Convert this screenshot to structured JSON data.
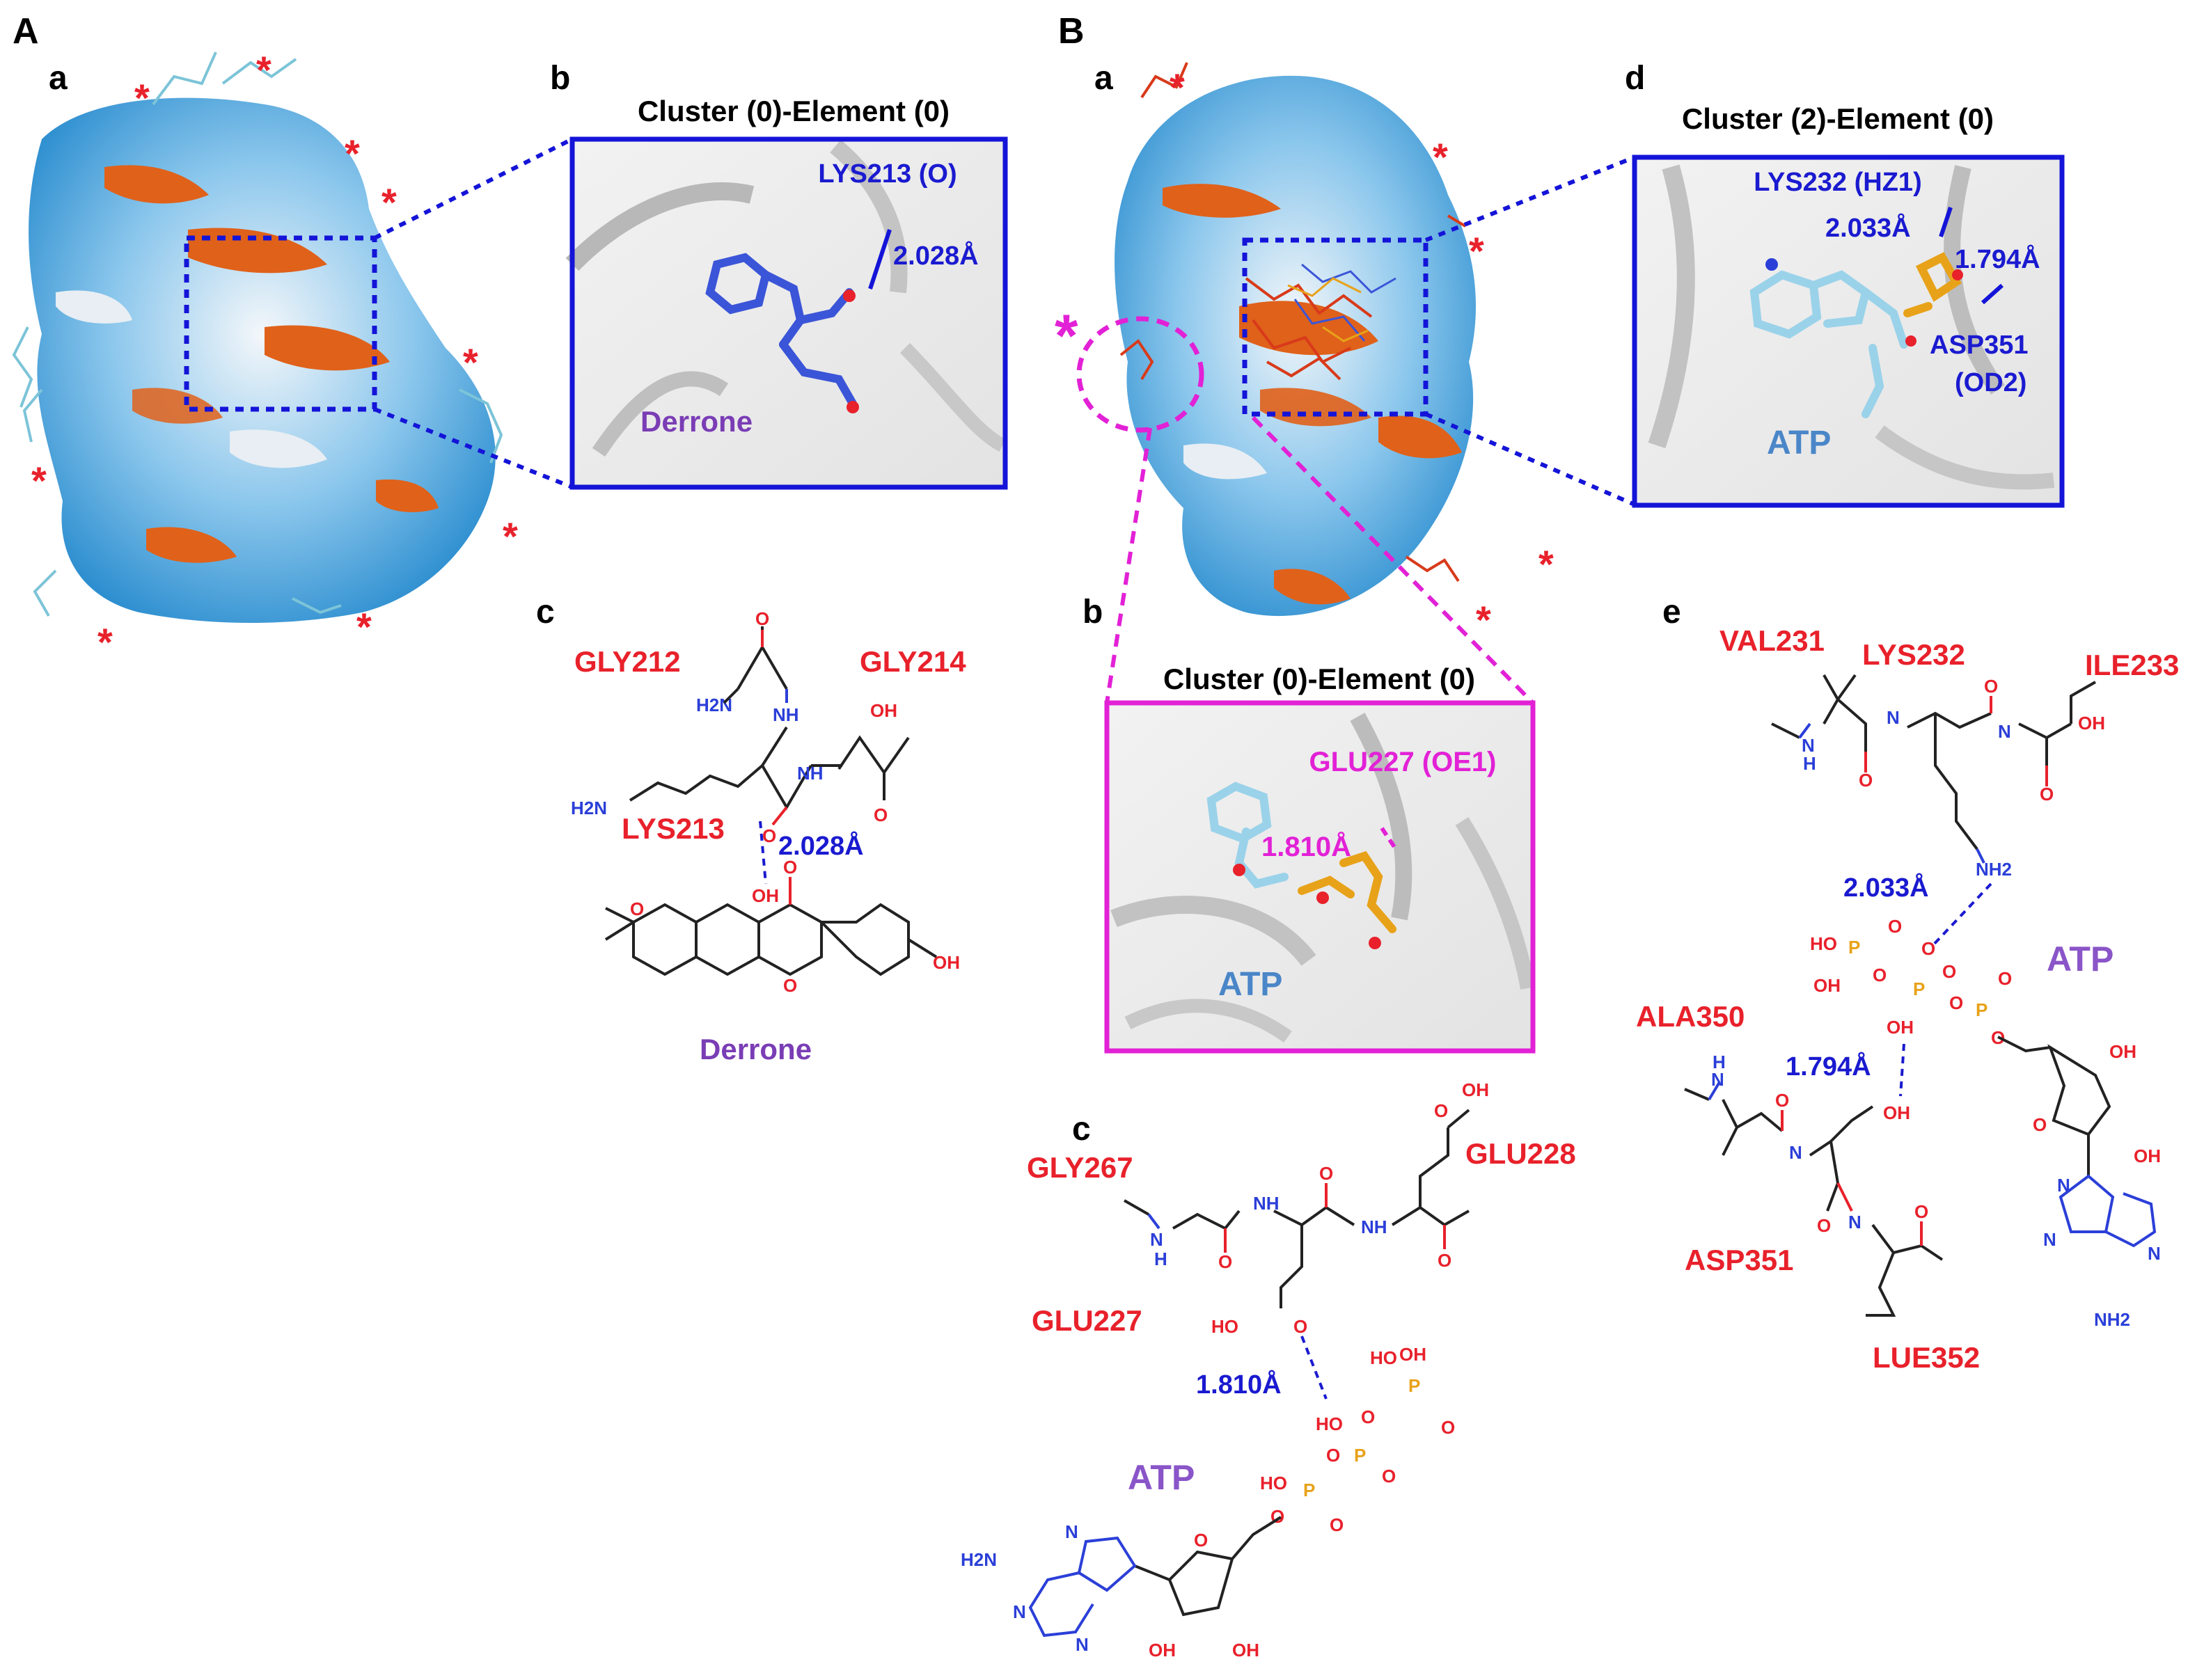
{
  "panel_A": {
    "label": "A",
    "a": {
      "label": "a"
    },
    "b": {
      "label": "b",
      "title": "Cluster (0)-Element (0)",
      "residue": "LYS213 (O)",
      "distance": "2.028Å",
      "ligand": "Derrone"
    },
    "c": {
      "label": "c",
      "residues": [
        "GLY212",
        "GLY214",
        "LYS213"
      ],
      "distance": "2.028Å",
      "ligand": "Derrone"
    }
  },
  "panel_B": {
    "label": "B",
    "a": {
      "label": "a"
    },
    "b": {
      "label": "b",
      "title": "Cluster (0)-Element (0)",
      "residue": "GLU227 (OE1)",
      "distance": "1.810Å",
      "ligand": "ATP"
    },
    "c": {
      "label": "c",
      "residues": [
        "GLY267",
        "GLU228",
        "GLU227"
      ],
      "distance": "1.810Å",
      "ligand": "ATP"
    },
    "d": {
      "label": "d",
      "title": "Cluster (2)-Element (0)",
      "residue1": "LYS232 (HZ1)",
      "distance1": "2.033Å",
      "distance2": "1.794Å",
      "residue2a": "ASP351",
      "residue2b": "(OD2)",
      "ligand": "ATP"
    },
    "e": {
      "label": "e",
      "residues": [
        "VAL231",
        "LYS232",
        "ILE233",
        "ALA350",
        "ASP351",
        "LUE352"
      ],
      "distance1": "2.033Å",
      "distance2": "1.794Å",
      "ligand": "ATP"
    }
  },
  "atoms": {
    "H2N": "H2N",
    "NH": "NH",
    "N": "N",
    "NH2": "NH2",
    "OH": "OH",
    "O": "O",
    "HO": "HO",
    "P": "P",
    "H": "H"
  },
  "colors": {
    "hydrophobic": "#e0611a",
    "hydrophilic": "#2e8fd0",
    "neutral": "#e8eef3",
    "box_blue": "#1414d8",
    "box_magenta": "#e221d6",
    "residue_red": "#e8212b"
  },
  "asterisk": "*"
}
